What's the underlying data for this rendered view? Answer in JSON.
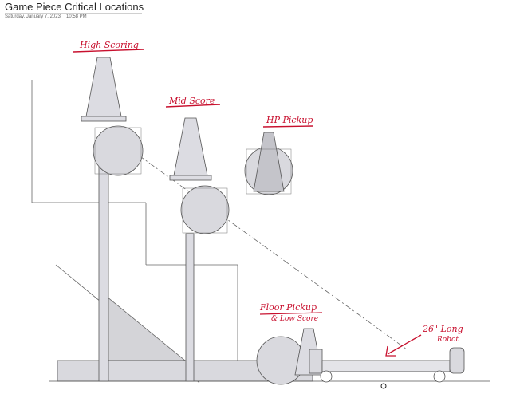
{
  "page": {
    "title": "Game Piece Critical Locations",
    "date": "Saturday, January 7, 2023",
    "time": "10:58 PM"
  },
  "annotations": {
    "high_scoring": "High Scoring",
    "mid_score": "Mid Score",
    "hp_pickup": "HP Pickup",
    "floor_pickup_line1": "Floor Pickup",
    "floor_pickup_line2": "& Low Score",
    "robot_line1": "26\" Long",
    "robot_line2": "Robot"
  },
  "colors": {
    "ink": "#c8102e",
    "part_fill": "#d9d9de",
    "part_stroke": "#555555",
    "construction_line": "#666666"
  },
  "icons": [
    "cone-shape",
    "cube-circle",
    "robot-wheel",
    "arrow"
  ]
}
